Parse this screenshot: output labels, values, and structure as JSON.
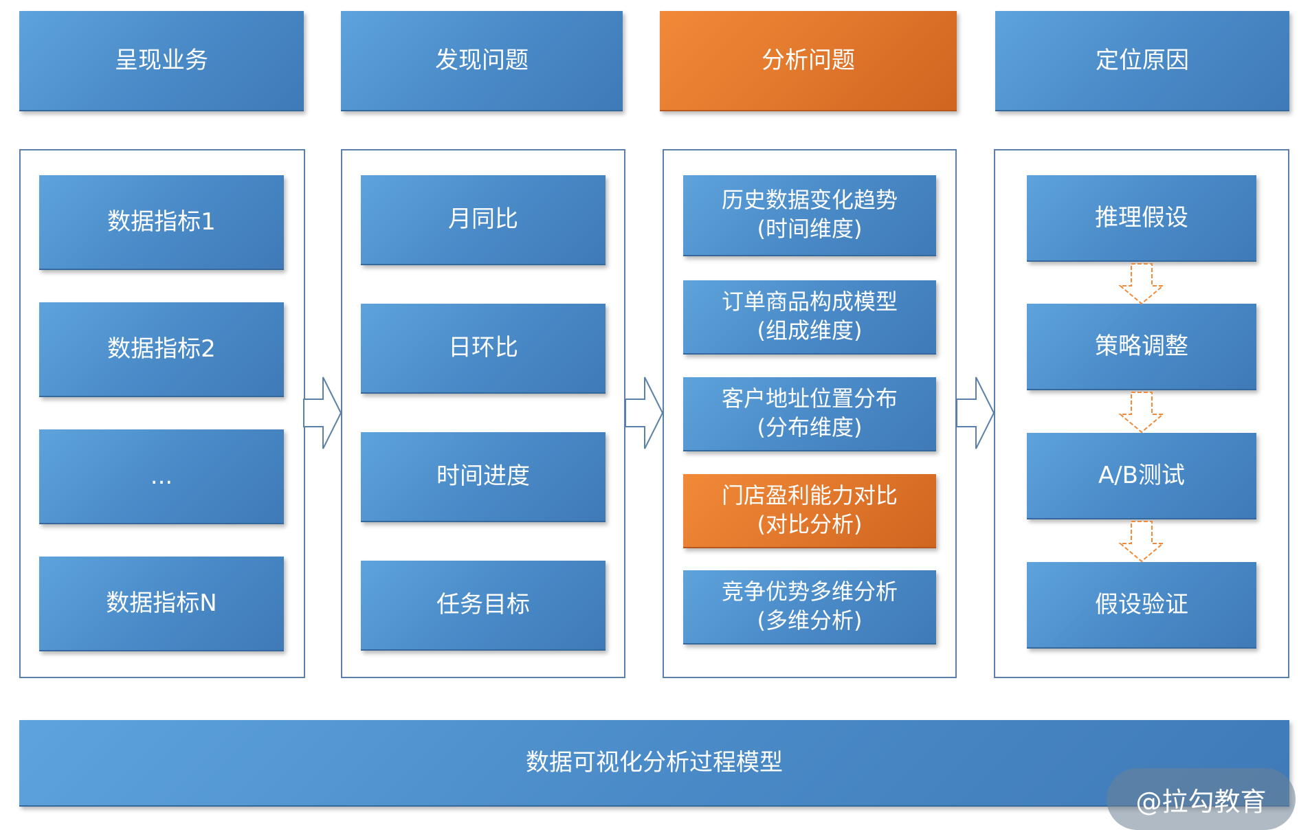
{
  "headers": [
    "呈现业务",
    "发现问题",
    "分析问题",
    "定位原因"
  ],
  "col1": [
    "数据指标1",
    "数据指标2",
    "...",
    "数据指标N"
  ],
  "col2": [
    "月同比",
    "日环比",
    "时间进度",
    "任务目标"
  ],
  "col3": [
    {
      "line1": "历史数据变化趋势",
      "line2": "(时间维度)"
    },
    {
      "line1": "订单商品构成模型",
      "line2": "(组成维度)"
    },
    {
      "line1": "客户地址位置分布",
      "line2": "(分布维度)"
    },
    {
      "line1": "门店盈利能力对比",
      "line2": "(对比分析)"
    },
    {
      "line1": "竞争优势多维分析",
      "line2": "(多维分析)"
    }
  ],
  "col4": [
    "推理假设",
    "策略调整",
    "A/B测试",
    "假设验证"
  ],
  "footer": "数据可视化分析过程模型",
  "watermark": "@拉勾教育",
  "colors": {
    "blue": "#4a8bc8",
    "orange": "#e2782c",
    "panel_border": "#5a7fa8"
  }
}
